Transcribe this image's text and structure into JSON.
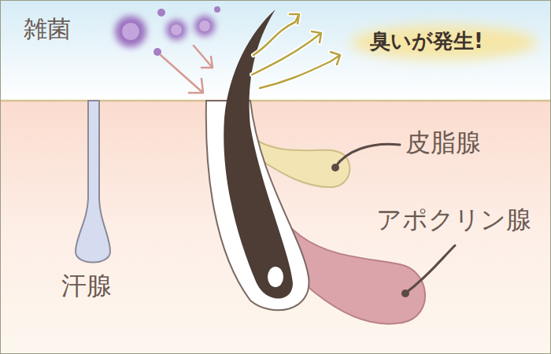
{
  "diagram": {
    "labels": [
      "雑菌",
      "臭いが発生!",
      "皮脂腺",
      "アポクリン腺",
      "汗腺"
    ]
  }
}
